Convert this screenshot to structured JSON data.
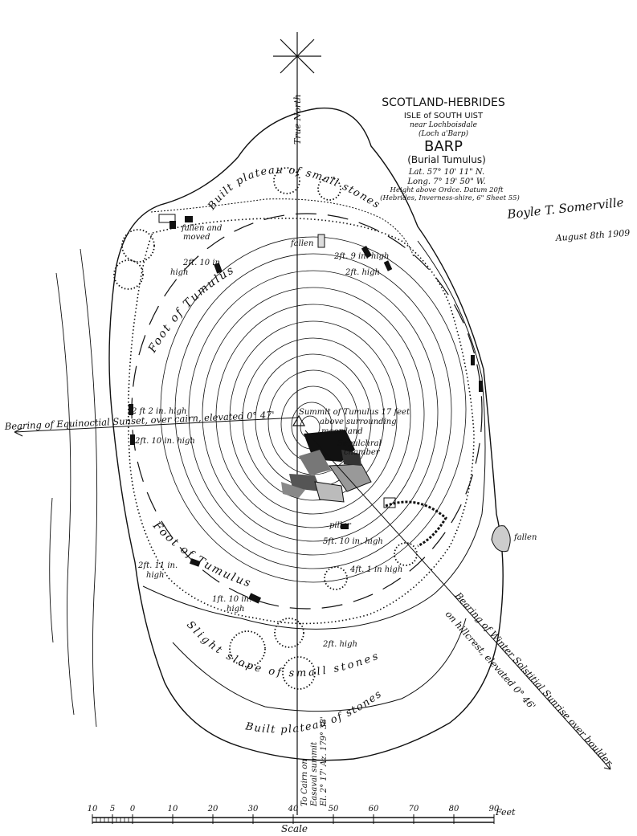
{
  "title": {
    "region": "SCOTLAND-HEBRIDES",
    "isle": "ISLE of SOUTH UIST",
    "near": "near Lochboisdale",
    "loch": "(Loch a'Barp)",
    "site": "BARP",
    "kind": "(Burial Tumulus)",
    "lat": "Lat. 57° 10' 11\" N.",
    "long": "Long. 7° 19' 50\" W.",
    "height": "Height above Ordce. Datum 20ft",
    "sheet": "(Hebrides, Inverness-shire, 6\" Sheet 55)"
  },
  "signature": {
    "name": "Boyle T. Somerville",
    "date": "August 8th 1909"
  },
  "north_label": "True North",
  "labels": {
    "plateau_top": "Built plateau of small stones",
    "foot_upper": "Foot of Tumulus",
    "foot_lower": "Foot of Tumulus",
    "slope": "Slight slope of small stones",
    "plateau_bottom": "Built plateau of stones",
    "fallen_moved_1": "fallen and",
    "fallen_moved_2": "moved",
    "fallen_top": "fallen",
    "fallen_right": "fallen",
    "h_2ft10_1": "2ft. 10 in",
    "h_2ft10_2": "high",
    "h_2ft9": "2ft. 9 in. high",
    "h_2fthigh_top": "2ft. high",
    "h_2ft2": "2 ft 2 in. high",
    "h_2ft10_mid": "2ft. 10 in. high",
    "summit_1": "Summit of Tumulus 17 feet",
    "summit_2": "above surrounding",
    "summit_3": "moor-land",
    "chamber_1": "Sepulchral",
    "chamber_2": "chamber",
    "pillar": "pillar",
    "h_5ft10": "5ft. 10 in. high",
    "h_4ft1": "4ft. 1 in high",
    "h_2ft11_1": "2ft. 11 in.",
    "h_2ft11_2": "high",
    "h_1ft10_1": "1ft. 10 in.",
    "h_1ft10_2": "high",
    "h_2fthigh_low": "2ft. high"
  },
  "bearings": {
    "west": "Bearing of Equinoctial Sunset, over cairn, elevated 0° 47'",
    "southeast_1": "Bearing of Winter Solstitial Sunrise over boulder",
    "southeast_2": "on hillcrest, elevated 0° 46'",
    "south_1": "To Cairn on",
    "south_2": "Easaval summit",
    "south_3": "El. 2° 17' Az. 179° 38'"
  },
  "scale": {
    "title": "Scale",
    "unit": "Feet",
    "ticks": [
      "10",
      "5",
      "0",
      "10",
      "20",
      "30",
      "40",
      "50",
      "60",
      "70",
      "80",
      "90"
    ]
  }
}
